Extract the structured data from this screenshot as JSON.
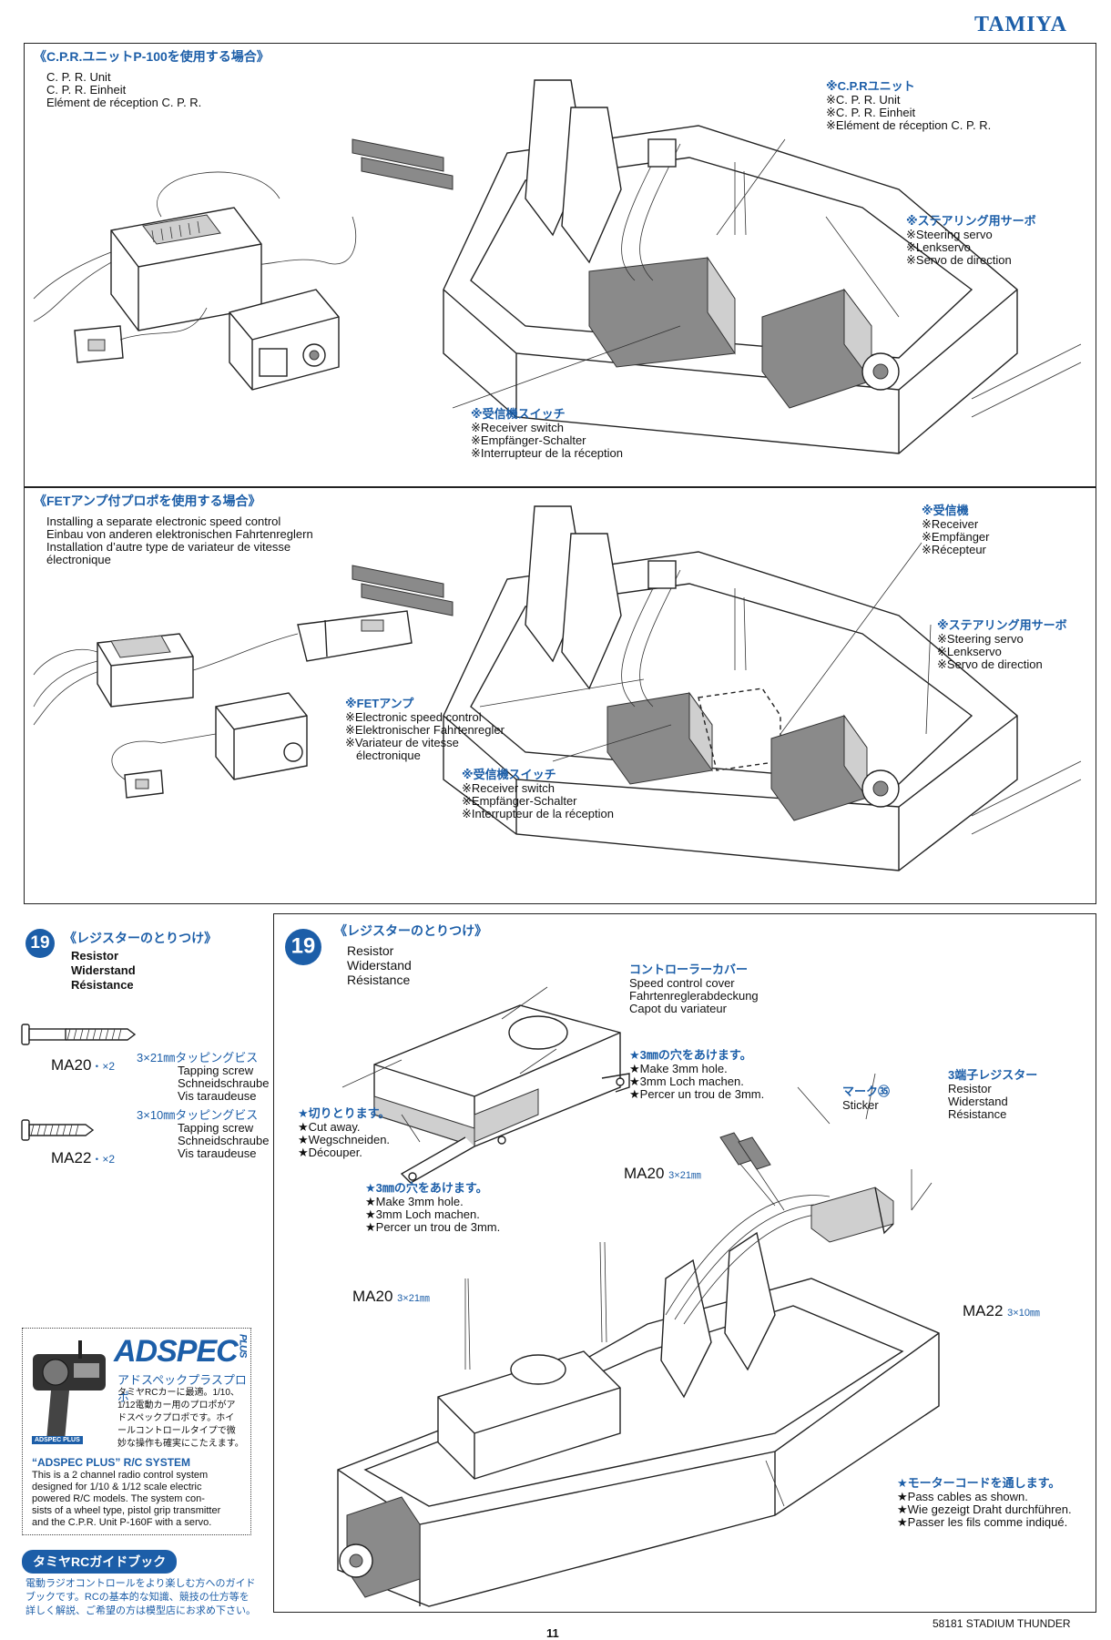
{
  "header": {
    "brand": "TAMIYA"
  },
  "panel1": {
    "title": "《C.P.R.ユニットP-100を使用する場合》",
    "lines": [
      "C. P. R. Unit",
      "C. P. R. Einheit",
      "Elément de réception C. P. R."
    ],
    "cpr": {
      "jp": "※C.P.Rユニット",
      "lines": [
        "※C. P. R. Unit",
        "※C. P. R. Einheit",
        "※Elément de réception C. P. R."
      ]
    },
    "servo": {
      "jp": "※ステアリング用サーボ",
      "lines": [
        "※Steering servo",
        "※Lenkservo",
        "※Servo de direction"
      ]
    },
    "switch": {
      "jp": "※受信機スイッチ",
      "lines": [
        "※Receiver switch",
        "※Empfänger-Schalter",
        "※Interrupteur de la réception"
      ]
    }
  },
  "panel2": {
    "title": "《FETアンプ付プロポを使用する場合》",
    "lines": [
      "Installing a separate electronic speed control",
      "Einbau von anderen elektronischen Fahrtenreglern",
      "Installation d’autre type de variateur de vitesse",
      "électronique"
    ],
    "receiver": {
      "jp": "※受信機",
      "lines": [
        "※Receiver",
        "※Empfänger",
        "※Récepteur"
      ]
    },
    "servo": {
      "jp": "※ステアリング用サーボ",
      "lines": [
        "※Steering servo",
        "※Lenkservo",
        "※Servo de direction"
      ]
    },
    "fet": {
      "jp": "※FETアンプ",
      "lines": [
        "※Electronic speed control",
        "※Elektronischer Fahrtenregler",
        "※Variateur de vitesse",
        "électronique"
      ]
    },
    "switch": {
      "jp": "※受信機スイッチ",
      "lines": [
        "※Receiver switch",
        "※Empfänger-Schalter",
        "※Interrupteur de la réception"
      ]
    }
  },
  "step19_left": {
    "number": "19",
    "title": "《レジスターのとりつけ》",
    "lines": [
      "Resistor",
      "Widerstand",
      "Résistance"
    ],
    "parts": [
      {
        "code": "MA20",
        "qty": "・×2",
        "jp": "3×21㎜タッピングビス",
        "lines": [
          "Tapping screw",
          "Schneidschraube",
          "Vis taraudeuse"
        ]
      },
      {
        "code": "MA22",
        "qty": "・×2",
        "jp": "3×10㎜タッピングビス",
        "lines": [
          "Tapping screw",
          "Schneidschraube",
          "Vis taraudeuse"
        ]
      }
    ]
  },
  "step19_main": {
    "number": "19",
    "title": "《レジスターのとりつけ》",
    "lines": [
      "Resistor",
      "Widerstand",
      "Résistance"
    ],
    "cover": {
      "jp": "コントローラーカバー",
      "lines": [
        "Speed control cover",
        "Fahrtenreglerabdeckung",
        "Capot du variateur"
      ]
    },
    "hole1": {
      "jp": "★3㎜の穴をあけます。",
      "lines": [
        "★Make 3mm hole.",
        "★3mm Loch machen.",
        "★Percer un trou de 3mm."
      ]
    },
    "cut": {
      "jp": "★切りとります。",
      "lines": [
        "★Cut away.",
        "★Wegschneiden.",
        "★Découper."
      ]
    },
    "hole2": {
      "jp": "★3㎜の穴をあけます。",
      "lines": [
        "★Make 3mm hole.",
        "★3mm Loch machen.",
        "★Percer un trou de 3mm."
      ]
    },
    "sticker": {
      "jp": "マーク㉟",
      "en": "Sticker"
    },
    "resistor": {
      "jp": "3端子レジスター",
      "lines": [
        "Resistor",
        "Widerstand",
        "Résistance"
      ]
    },
    "ma20a": {
      "code": "MA20",
      "size": "3×21㎜"
    },
    "ma20b": {
      "code": "MA20",
      "size": "3×21㎜"
    },
    "ma22": {
      "code": "MA22",
      "size": "3×10㎜"
    },
    "cables": {
      "jp": "★モーターコードを通します。",
      "lines": [
        "★Pass cables as shown.",
        "★Wie gezeigt Draht durchführen.",
        "★Passer les fils comme indiqué."
      ]
    }
  },
  "adspec": {
    "logo": "ADSPEC",
    "plus": "PLUS",
    "sub": "アドスペックプラスプロポ",
    "jp_lines": [
      "タミヤRCカーに最適。1/10、",
      "1/12電動カー用のプロポがア",
      "ドスペックプロポです。ホイ",
      "ールコントロールタイプで微",
      "妙な操作も確実にこたえます。"
    ],
    "badge": "ADSPEC PLUS",
    "title": "“ADSPEC PLUS” R/C SYSTEM",
    "lines": [
      "This is a 2 channel radio control system",
      "designed for 1/10 & 1/12 scale electric",
      "powered R/C models. The system con-",
      "sists of a wheel type, pistol grip transmitter",
      "and the C.P.R. Unit P-160F with a servo."
    ]
  },
  "guide": {
    "label": "タミヤRCガイドブック",
    "lines": [
      "電動ラジオコントロールをより楽しむ方へのガイド",
      "ブックです。RCの基本的な知識、競技の仕方等を",
      "詳しく解説、ご希望の方は模型店にお求め下さい。"
    ]
  },
  "footer": {
    "model": "58181 STADIUM THUNDER",
    "page": "11"
  }
}
